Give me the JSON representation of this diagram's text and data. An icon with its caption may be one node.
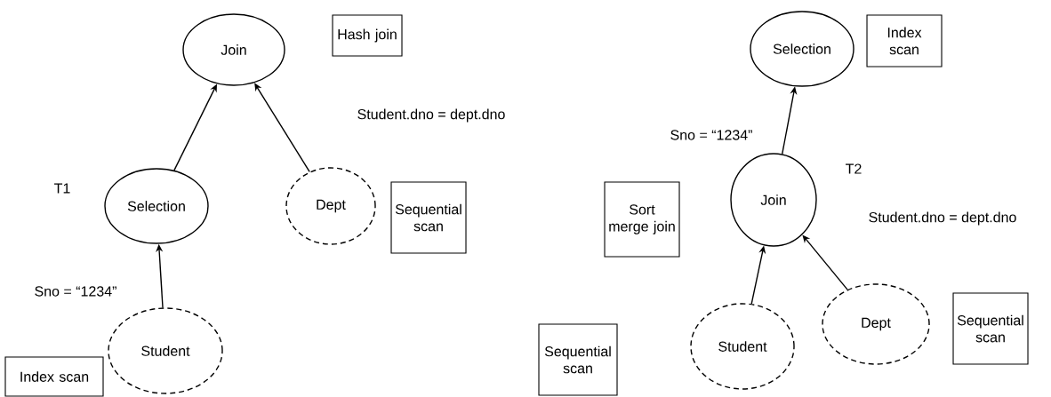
{
  "diagram": {
    "nodes": [
      {
        "text": [
          "Join"
        ]
      },
      {
        "text": [
          "Hash join"
        ]
      },
      {
        "text": [
          "Selection"
        ],
        "beside": [
          "T1"
        ]
      },
      {
        "text": [
          "Dept"
        ]
      },
      {
        "text": [
          "Sequential scan"
        ]
      },
      {
        "text": [
          "Student"
        ]
      },
      {
        "text": [
          "Index scan"
        ]
      },
      {
        "text": [
          "Selection"
        ]
      },
      {
        "text": [
          "Index scan"
        ]
      },
      {
        "text": [
          "Join"
        ],
        "beside": [
          "T2"
        ]
      },
      {
        "text": [
          "Sort merge join"
        ]
      },
      {
        "text": [
          "Dept"
        ]
      },
      {
        "text": [
          "Sequential scan"
        ]
      },
      {
        "text": [
          "Student"
        ]
      },
      {
        "text": [
          "Sequential scan"
        ]
      }
    ],
    "edges": [
      {
        "from": 2,
        "to": 0,
        "arrow": "to"
      },
      {
        "from": 3,
        "to": 0,
        "arrow": "to"
      },
      {
        "from": 5,
        "to": 2,
        "arrow": "to"
      },
      {
        "from": 9,
        "to": 7,
        "arrow": "to"
      },
      {
        "from": 13,
        "to": 9,
        "arrow": "to"
      },
      {
        "from": 11,
        "to": 9,
        "arrow": "to"
      }
    ],
    "labels": [
      "Student.dno = dept.dno",
      "Sno = “1234”",
      "Sno = “1234”",
      "Student.dno = dept.dno"
    ]
  }
}
